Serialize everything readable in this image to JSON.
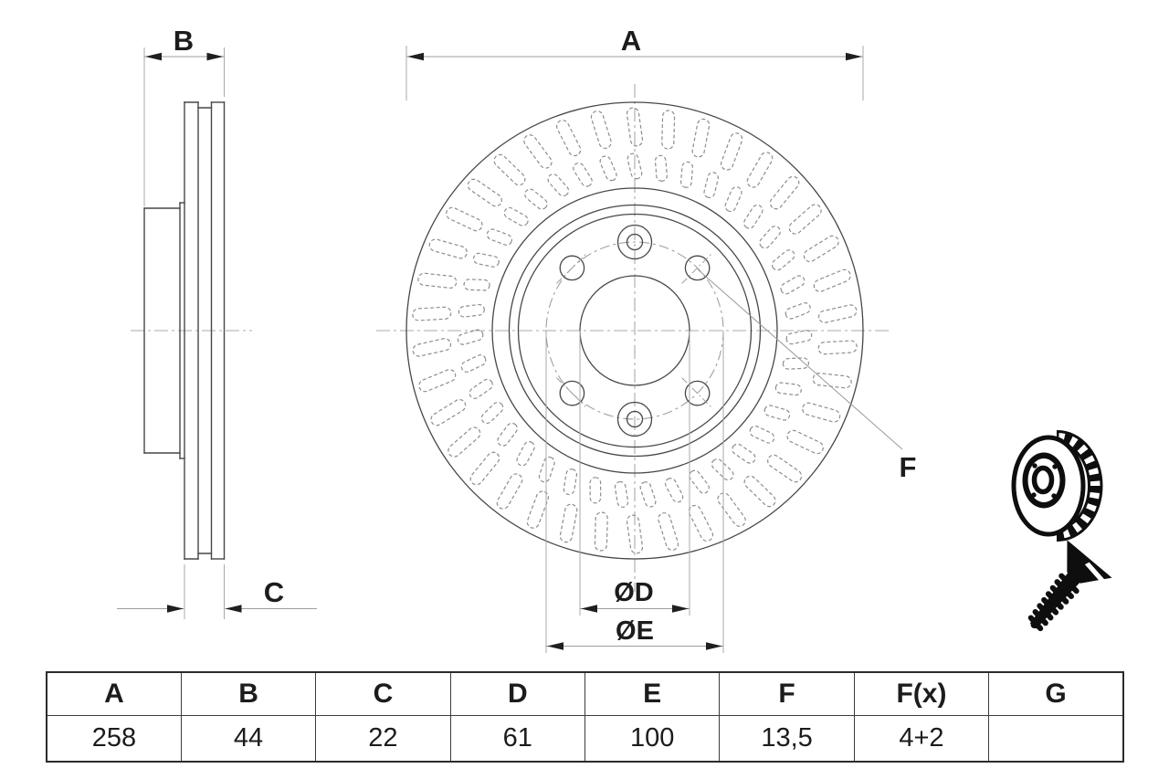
{
  "drawing": {
    "dimension_labels": {
      "a": "A",
      "b": "B",
      "c": "C",
      "d": "ØD",
      "e": "ØE",
      "f": "F"
    },
    "views": {
      "side": "side-view-cross-section",
      "front": "front-view"
    },
    "icons": {
      "disc": "brake-disc-3d-icon",
      "screw": "countersunk-screw-icon"
    },
    "colors": {
      "outline": "#474747",
      "dashed_slots": "#8d8d8d",
      "centerline": "#a8a8a8",
      "dimension_line": "#9d9d9d",
      "arrow_and_label": "#1c1c1c",
      "icon_black": "#0e0e0e",
      "table_border": "#3c3c3c",
      "text": "#1c1c1c",
      "background": "#ffffff"
    }
  },
  "table": {
    "headers": [
      "A",
      "B",
      "C",
      "D",
      "E",
      "F",
      "F(x)",
      "G"
    ],
    "values": [
      "258",
      "44",
      "22",
      "61",
      "100",
      "13,5",
      "4+2",
      ""
    ]
  }
}
